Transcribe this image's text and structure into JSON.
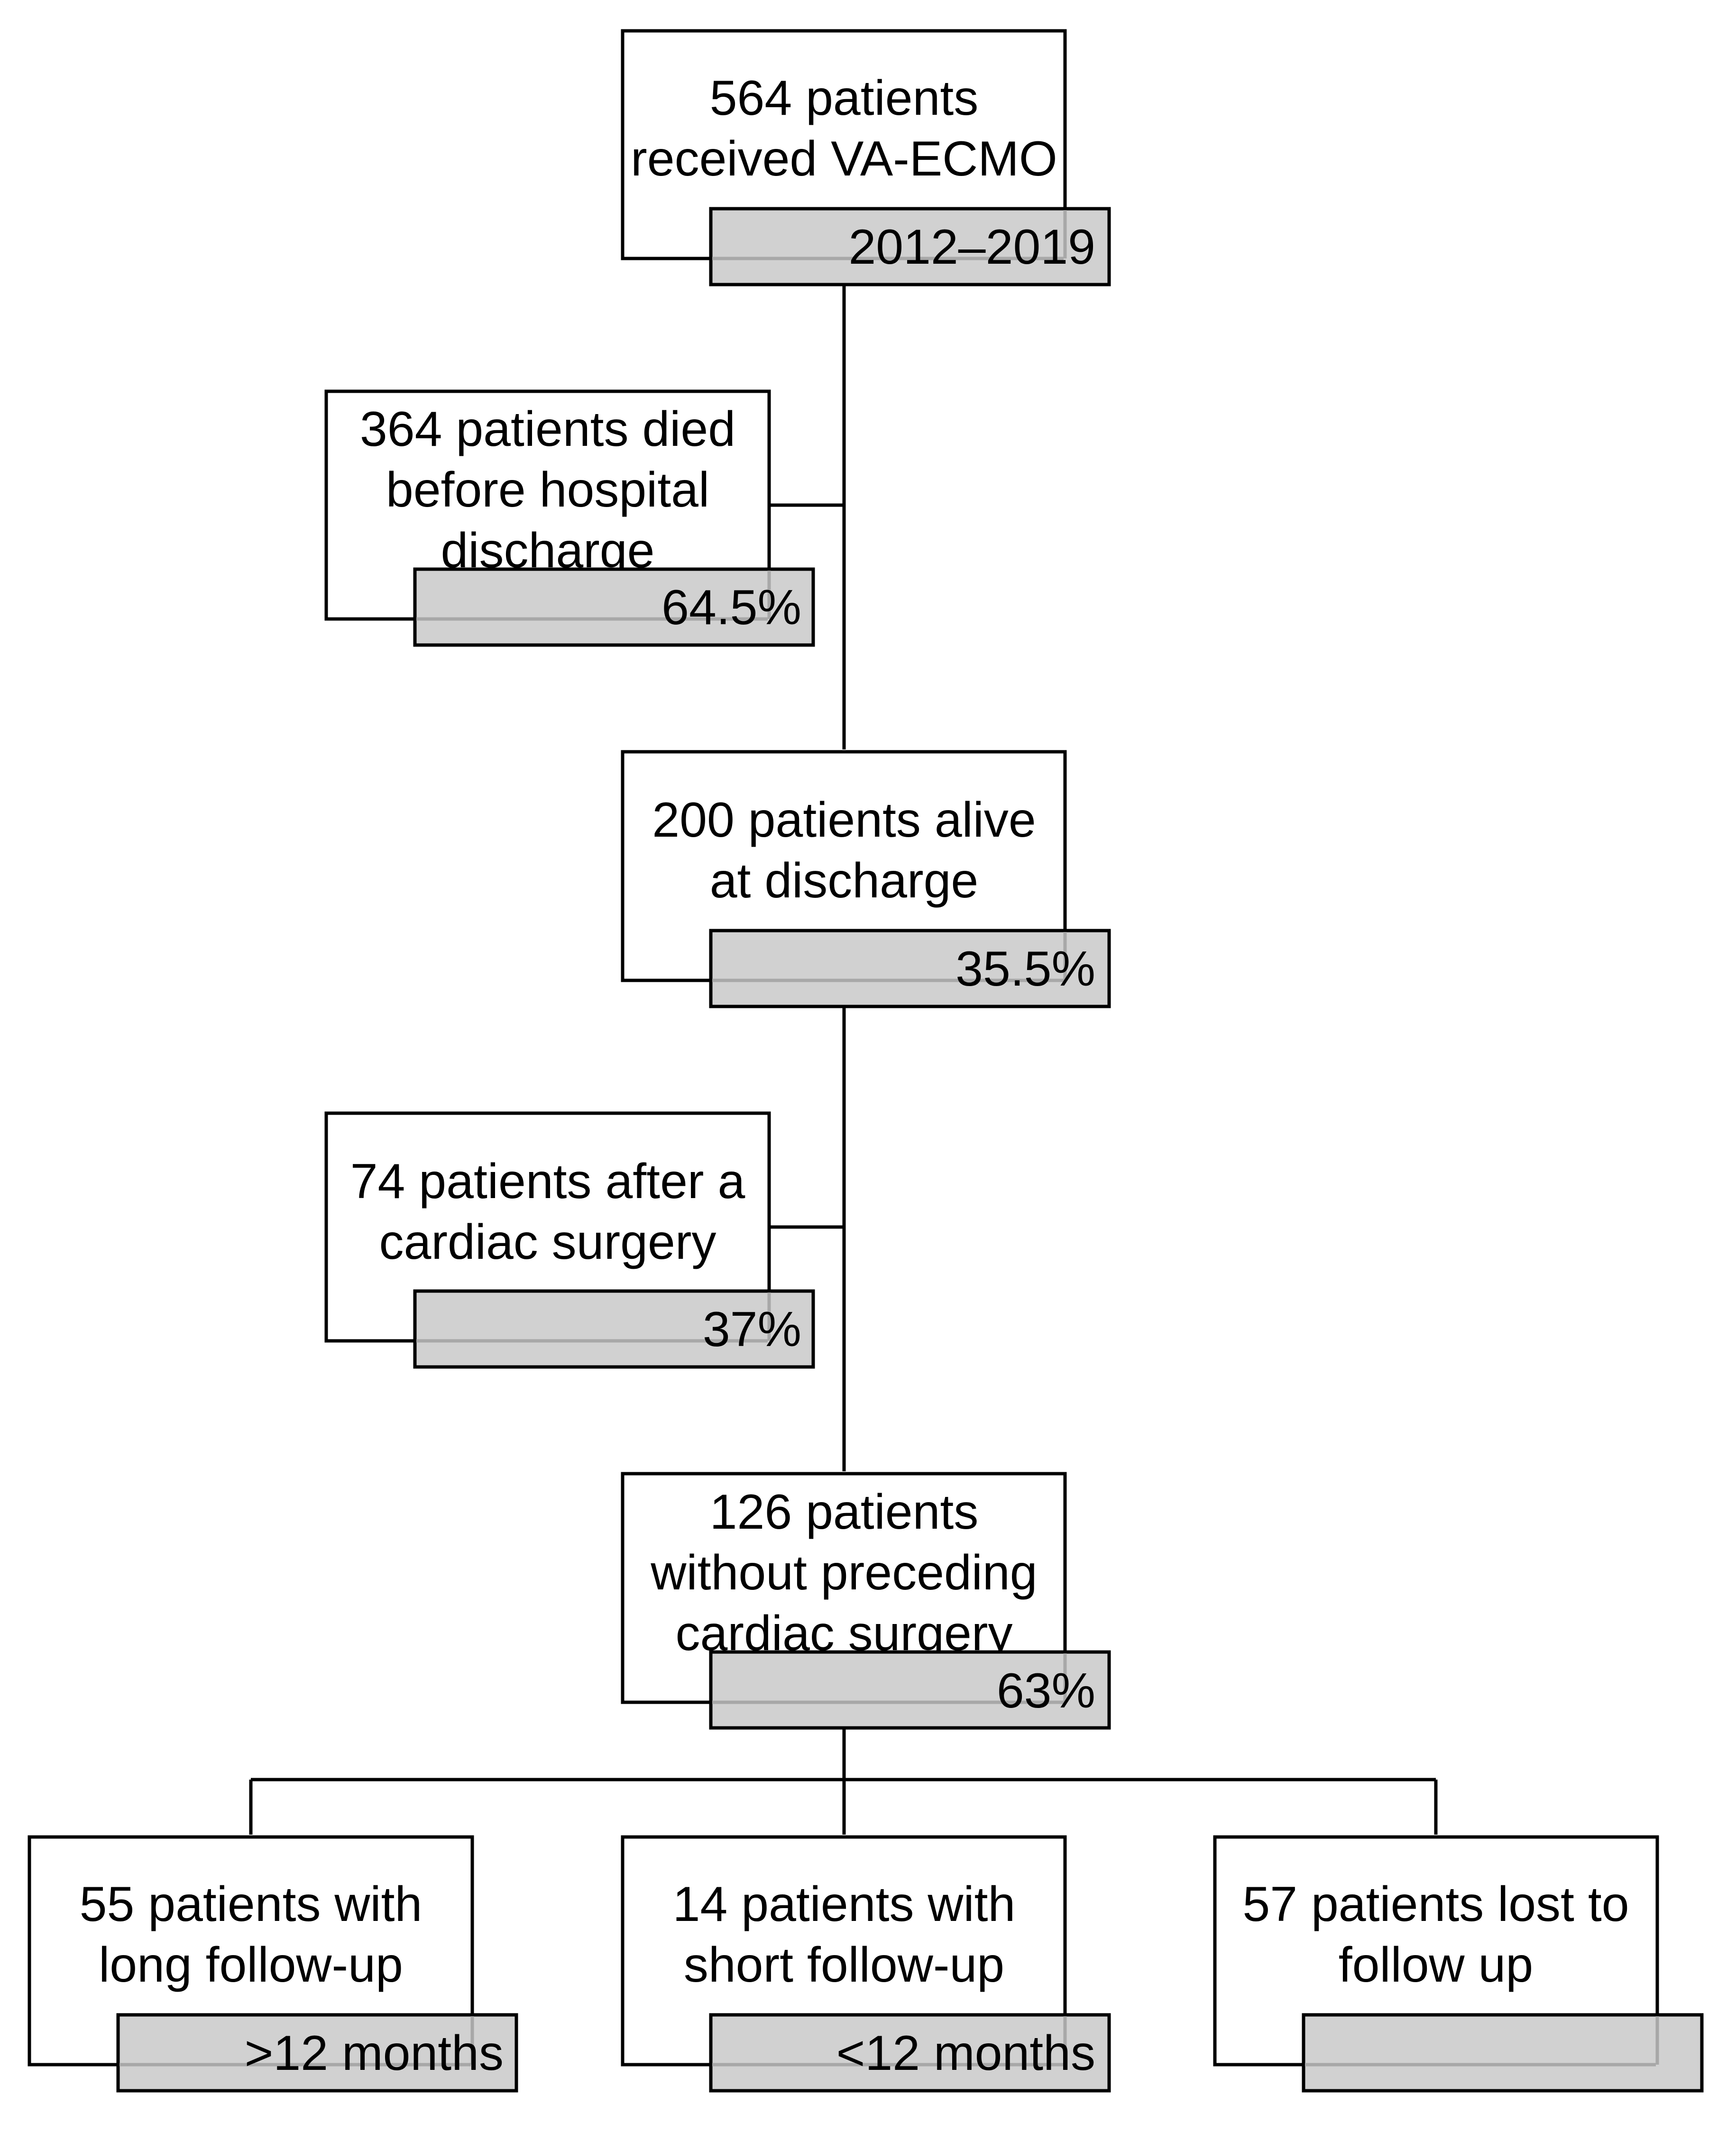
{
  "nodes": {
    "start": {
      "lines": [
        "564 patients",
        "received VA-ECMO"
      ],
      "tag": "2012–2019"
    },
    "died": {
      "lines": [
        "364 patients died",
        "before hospital",
        "discharge"
      ],
      "tag": "64.5%"
    },
    "alive": {
      "lines": [
        "200 patients alive",
        "at discharge"
      ],
      "tag": "35.5%"
    },
    "cardiac_surgery": {
      "lines": [
        "74 patients after a",
        "cardiac surgery"
      ],
      "tag": "37%"
    },
    "no_surgery": {
      "lines": [
        "126 patients",
        "without preceding",
        "cardiac surgery"
      ],
      "tag": "63%"
    },
    "long_follow_up": {
      "lines": [
        "55 patients with",
        "long follow-up"
      ],
      "tag": ">12 months"
    },
    "short_follow_up": {
      "lines": [
        "14 patients with",
        "short follow-up"
      ],
      "tag": "<12 months"
    },
    "lost": {
      "lines": [
        "57 patients lost to",
        "follow up"
      ],
      "tag": ""
    }
  },
  "colors": {
    "tag_fill": "#d1d1d1",
    "stroke": "#000000",
    "box_fill": "#ffffff"
  }
}
